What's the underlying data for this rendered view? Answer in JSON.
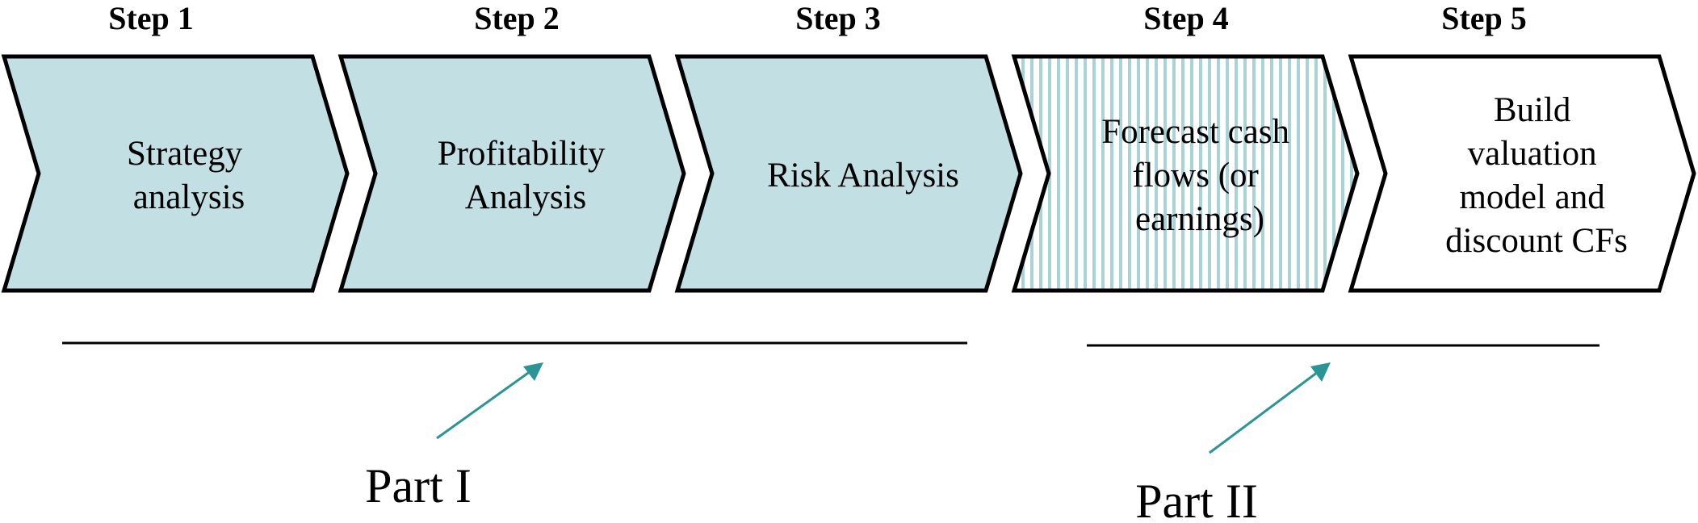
{
  "steps": [
    {
      "label": "Step 1",
      "lines": [
        "Strategy",
        "analysis"
      ],
      "fill": "solid"
    },
    {
      "label": "Step 2",
      "lines": [
        "Profitability",
        "Analysis"
      ],
      "fill": "solid"
    },
    {
      "label": "Step 3",
      "lines": [
        "Risk Analysis"
      ],
      "fill": "solid"
    },
    {
      "label": "Step 4",
      "lines": [
        "Forecast cash",
        "flows (or",
        "earnings)"
      ],
      "fill": "striped"
    },
    {
      "label": "Step 5",
      "lines": [
        "Build",
        "valuation",
        "model and",
        "discount CFs"
      ],
      "fill": "none"
    }
  ],
  "parts": [
    {
      "label": "Part I"
    },
    {
      "label": "Part II"
    }
  ],
  "colors": {
    "chevron_fill": "#c2e0e3",
    "stripe": "#a9d3d6",
    "outline": "#000000",
    "arrow": "#2a9595"
  }
}
